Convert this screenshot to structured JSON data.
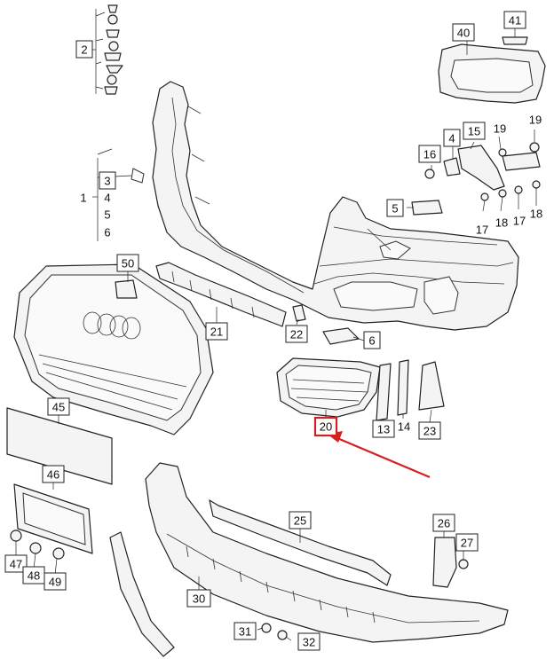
{
  "callouts": {
    "c1": "1",
    "c2": "2",
    "c3": "3",
    "c4a": "4",
    "c4b": "4",
    "c5a": "5",
    "c5b": "5",
    "c6a": "6",
    "c6b": "6",
    "c13": "13",
    "c14": "14",
    "c15": "15",
    "c16": "16",
    "c17a": "17",
    "c17b": "17",
    "c18a": "18",
    "c18b": "18",
    "c19a": "19",
    "c19b": "19",
    "c20": "20",
    "c21": "21",
    "c22": "22",
    "c23": "23",
    "c25": "25",
    "c26": "26",
    "c27": "27",
    "c30": "30",
    "c31": "31",
    "c32": "32",
    "c40": "40",
    "c41": "41",
    "c45": "45",
    "c46": "46",
    "c47": "47",
    "c48": "48",
    "c49": "49",
    "c50": "50"
  },
  "highlight": {
    "part": "20",
    "color": "#d42020"
  }
}
